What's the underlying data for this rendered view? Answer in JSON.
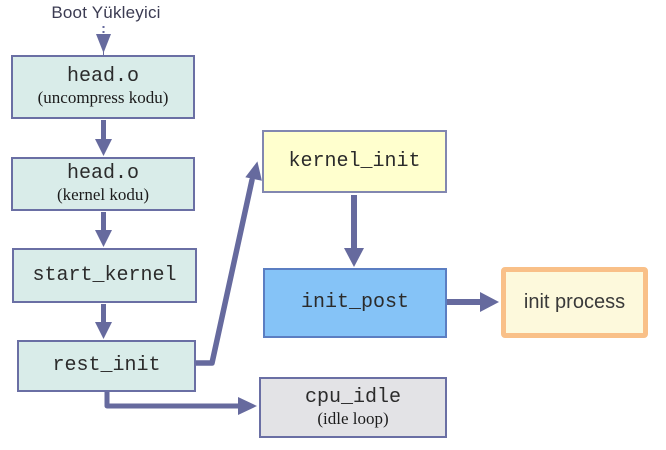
{
  "diagram": {
    "title": "Boot Yükleyici",
    "type": "flowchart",
    "nodes": [
      {
        "id": "head-uncompress",
        "label": "head.o",
        "sublabel": "(uncompress kodu)",
        "fill": "#d9ece9"
      },
      {
        "id": "head-kernel",
        "label": "head.o",
        "sublabel": "(kernel kodu)",
        "fill": "#d9ece9"
      },
      {
        "id": "start-kernel",
        "label": "start_kernel",
        "sublabel": "",
        "fill": "#d9ece9"
      },
      {
        "id": "rest-init",
        "label": "rest_init",
        "sublabel": "",
        "fill": "#d9ece9"
      },
      {
        "id": "kernel-init",
        "label": "kernel_init",
        "sublabel": "",
        "fill": "#ffffce"
      },
      {
        "id": "init-post",
        "label": "init_post",
        "sublabel": "",
        "fill": "#85c3f7"
      },
      {
        "id": "init-process",
        "label": "init process",
        "sublabel": "",
        "fill": "#fdf9dc",
        "border": "#f9c088"
      },
      {
        "id": "cpu-idle",
        "label": "cpu_idle",
        "sublabel": "(idle loop)",
        "fill": "#e3e3e6"
      }
    ],
    "edges": [
      {
        "from": "boot-yukleyici-label",
        "to": "head-uncompress",
        "style": "dotted"
      },
      {
        "from": "head-uncompress",
        "to": "head-kernel",
        "style": "solid"
      },
      {
        "from": "head-kernel",
        "to": "start-kernel",
        "style": "solid"
      },
      {
        "from": "start-kernel",
        "to": "rest-init",
        "style": "solid"
      },
      {
        "from": "rest-init",
        "to": "kernel-init",
        "style": "solid-elbow-diagonal"
      },
      {
        "from": "kernel-init",
        "to": "init-post",
        "style": "solid"
      },
      {
        "from": "init-post",
        "to": "init-process",
        "style": "solid"
      },
      {
        "from": "rest-init",
        "to": "cpu-idle",
        "style": "solid-elbow"
      }
    ],
    "arrow_color": "#666a9e",
    "background": "#ffffff"
  }
}
